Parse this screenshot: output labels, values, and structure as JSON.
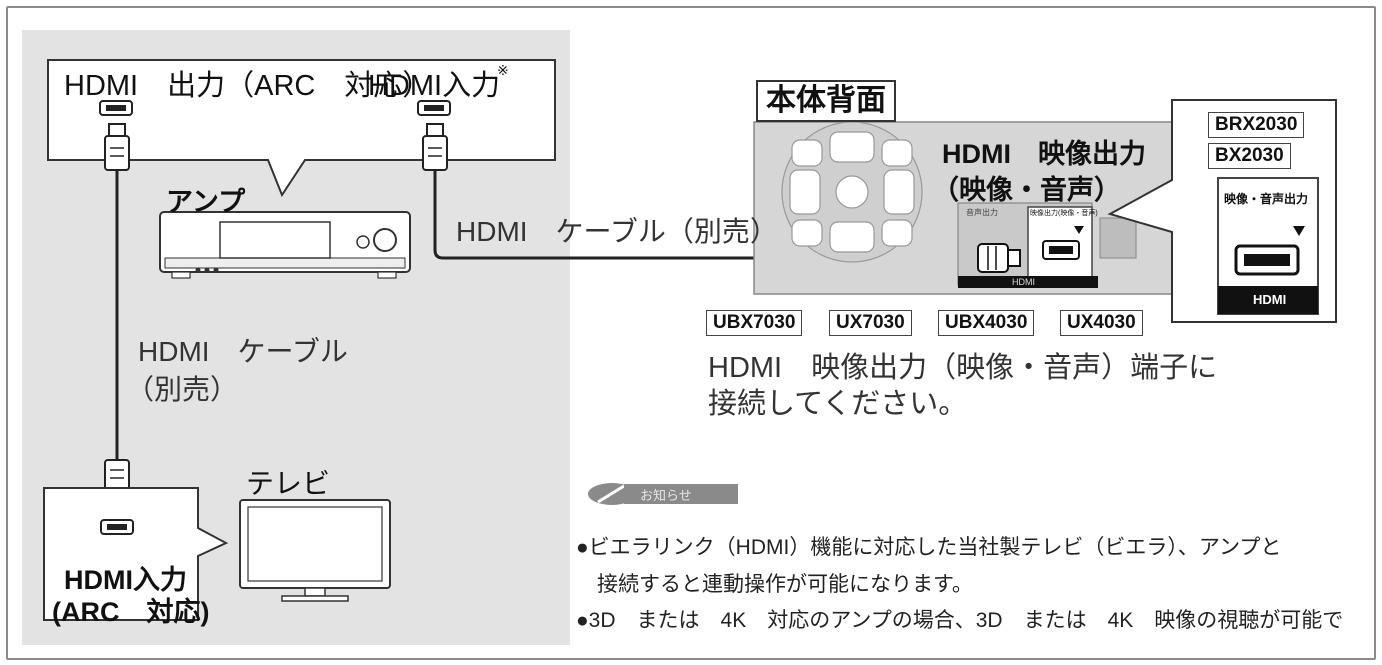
{
  "amp_box": {
    "hdmi_out_label": "HDMI　出力（ARC　対応）",
    "hdmi_in_label": "HDMI入力",
    "hdmi_in_note_mark": "※"
  },
  "amp_label": "アンプ",
  "cable_to_recorder_label": "HDMI　ケーブル（別売）",
  "cable_to_tv_label_line1": "HDMI　ケーブル",
  "cable_to_tv_label_line2": "（別売）",
  "tv_label": "テレビ",
  "tv_box": {
    "line1": "HDMI入力",
    "line2": "(ARC　対応)"
  },
  "rear": {
    "title": "本体背面",
    "port_label_line1": "HDMI　映像出力",
    "port_label_line2": "（映像・音声）",
    "small_label_left": "音声出力",
    "small_label_port": "映像出力(映像・音声)",
    "strip_label": "HDMI"
  },
  "callout": {
    "models": [
      "BRX2030",
      "BX2030"
    ],
    "port_caption": "映像・音声出力",
    "strip_label": "HDMI"
  },
  "bottom_models": [
    "UBX7030",
    "UX7030",
    "UBX4030",
    "UX4030"
  ],
  "instruction_line1": "HDMI　映像出力（映像・音声）端子に",
  "instruction_line2": "接続してください。",
  "notes_header": "お知らせ",
  "notes": [
    "●ビエラリンク（HDMI）機能に対応した当社製テレビ（ビエラ）、アンプと",
    "　接続すると連動操作が可能になります。",
    "●3D　または　4K　対応のアンプの場合、3D　または　4K　映像の視聴が可能で"
  ]
}
